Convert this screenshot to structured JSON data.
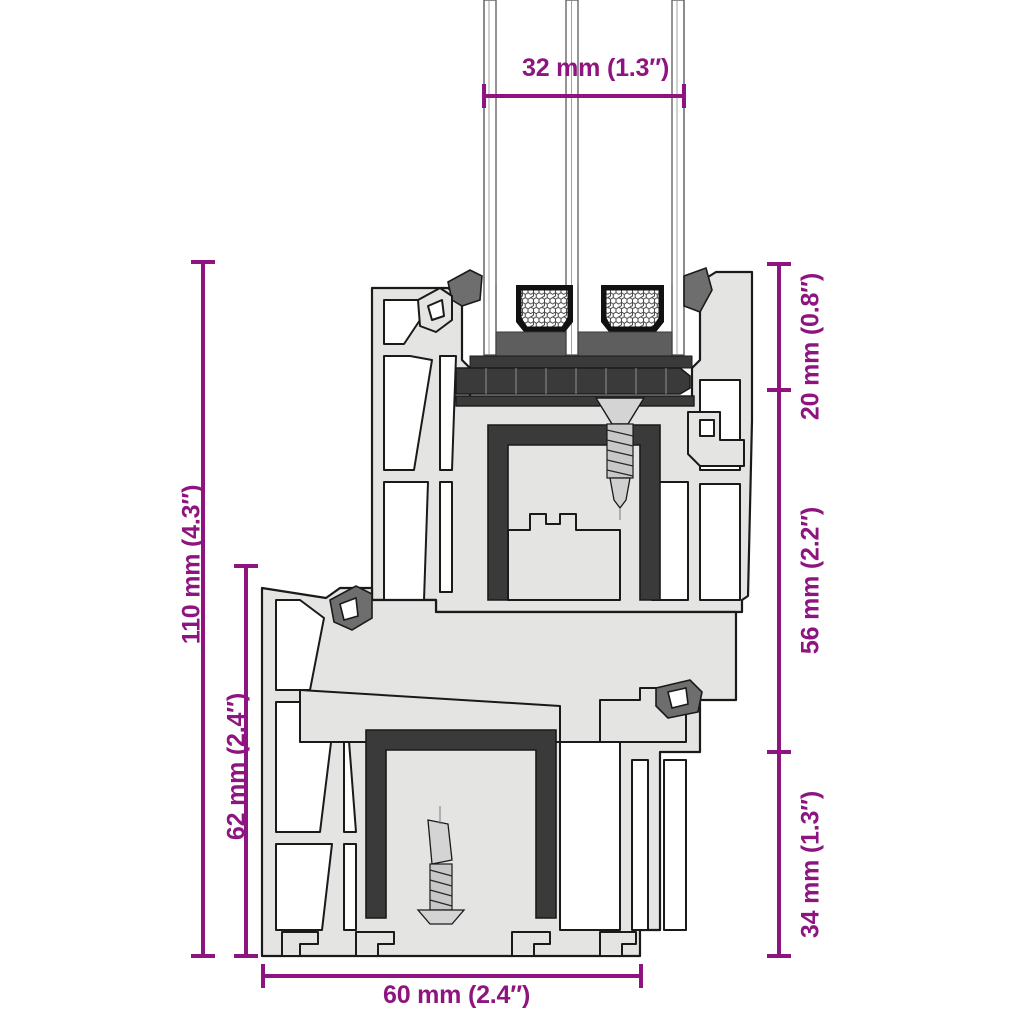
{
  "figure": {
    "title": "PVC window profile cross-section technical drawing",
    "background_color": "#ffffff",
    "dimension_color": "#8E1580",
    "outline_color": "#1a1a1a",
    "profile_fill": "#e4e4e2",
    "gasket_fill": "#3a3a3a",
    "spacer_fill": "#6e6e6e",
    "glass_fill": "#ffffff"
  },
  "dimensions": {
    "glazing_thickness": {
      "label": "32 mm (1.3″)",
      "value_mm": 32,
      "value_in": 1.3,
      "orientation": "horizontal",
      "position": "top",
      "name": "glazing-unit-thickness"
    },
    "overall_height": {
      "label": "110 mm (4.3″)",
      "value_mm": 110,
      "value_in": 4.3,
      "orientation": "vertical",
      "position": "left-outer",
      "name": "overall-frame-height"
    },
    "frame_height": {
      "label": "62 mm (2.4″)",
      "value_mm": 62,
      "value_in": 2.4,
      "orientation": "vertical",
      "position": "left-inner",
      "name": "outer-frame-height"
    },
    "glazing_bead_height": {
      "label": "20 mm (0.8″)",
      "value_mm": 20,
      "value_in": 0.8,
      "orientation": "vertical",
      "position": "right-top",
      "name": "glazing-rebate-height"
    },
    "sash_height": {
      "label": "56 mm (2.2″)",
      "value_mm": 56,
      "value_in": 2.2,
      "orientation": "vertical",
      "position": "right-middle",
      "name": "sash-profile-height"
    },
    "frame_face_height": {
      "label": "34 mm (1.3″)",
      "value_mm": 34,
      "value_in": 1.3,
      "orientation": "vertical",
      "position": "right-bottom",
      "name": "frame-face-height"
    },
    "profile_width": {
      "label": "60 mm (2.4″)",
      "value_mm": 60,
      "value_in": 2.4,
      "orientation": "horizontal",
      "position": "bottom",
      "name": "frame-profile-width"
    }
  },
  "components": [
    {
      "name": "triple-glazing-unit",
      "description": "Insulated glass unit with three panes"
    },
    {
      "name": "warm-edge-spacer-bar",
      "description": "Spacer bar with desiccant fill"
    },
    {
      "name": "glazing-bead",
      "description": "Snap-in glazing bead"
    },
    {
      "name": "sash-profile",
      "description": "Opening sash PVC profile with steel reinforcement"
    },
    {
      "name": "outer-frame-profile",
      "description": "Outer frame PVC profile with steel reinforcement"
    },
    {
      "name": "steel-reinforcement-sash",
      "description": "Galvanised steel reinforcement in sash chamber"
    },
    {
      "name": "steel-reinforcement-frame",
      "description": "Galvanised steel reinforcement in frame chamber"
    },
    {
      "name": "fixing-screw-sash",
      "description": "Self-drilling screw through sash reinforcement"
    },
    {
      "name": "fixing-screw-frame",
      "description": "Self-drilling screw through frame reinforcement"
    },
    {
      "name": "middle-gasket",
      "description": "Centre weather seal gasket"
    },
    {
      "name": "inner-gasket",
      "description": "Inner weather seal gasket"
    },
    {
      "name": "glazing-gasket",
      "description": "Glazing seal gasket"
    }
  ]
}
